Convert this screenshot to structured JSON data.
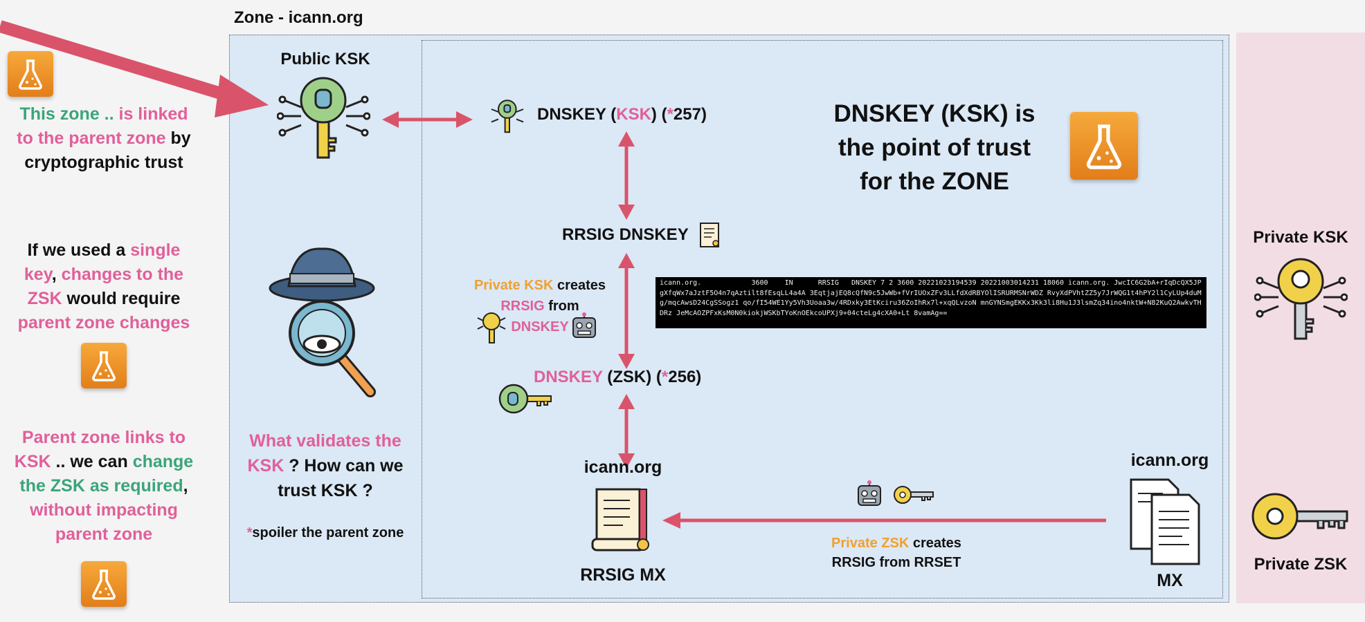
{
  "zone_title": "Zone - icann.org",
  "left_notes": {
    "linked": {
      "p1": "This zone ..",
      "p2": " is linked",
      "p3": "to the parent zone",
      "p4": " by",
      "p5": "cryptographic trust"
    },
    "single": {
      "p1": "If we used a ",
      "p2": "single",
      "p3": "key",
      "p4": ", ",
      "p5": "changes to the",
      "p6": "ZSK",
      "p7": " would require",
      "p8": "parent zone changes"
    },
    "parent": {
      "p1": "Parent zone links to",
      "p2": "KSK",
      "p3": " .. we can ",
      "p4": "change",
      "p5": "the ZSK as required",
      "p6": ",",
      "p7": "without impacting",
      "p8": "parent zone"
    }
  },
  "public_ksk_label": "Public KSK",
  "validator": {
    "p1": "What validates the",
    "p2": "KSK",
    "p3": " ? How can we",
    "p4": "trust KSK ?",
    "spoiler_star": "*",
    "spoiler_text": "spoiler the parent zone"
  },
  "dnskey_ksk": {
    "p1": "DNSKEY (",
    "p2": "KSK",
    "p3": ") (",
    "p4": "*",
    "p5": "257)"
  },
  "trust_statement": {
    "l1": "DNSKEY (KSK) is",
    "l2": "the point of trust",
    "l3": "for the ZONE"
  },
  "rrsig_dnskey": "RRSIG DNSKEY",
  "private_ksk_creates": {
    "p1": "Private KSK",
    "p2": " creates",
    "p3": "RRSIG",
    "p4": " from",
    "p5": "DNSKEY"
  },
  "terminal_text": "icann.org.            3600    IN      RRSIG   DNSKEY 7 2 3600 20221023194539 20221003014231 18060 icann.org. JwcIC6G2bA+rIqDcQX5JPgXfqWx7aJztF5O4n7qAztilt8fEsqLL4a4A 3EqtjajEQ8cQfN9c5JwWb+fVrIUOxZFv3LLfdXdRBYOlISRURMSNrWDZ RvyXdPVhtZZ5y7JrWQG1t4hPY2l1CyLUp4duMg/mqcAwsD24CgSSogz1 qo/fI54WE1Yy5Vh3Uoaa3w/4RDxky3EtKciru36ZoIhRx7l+xqQLvzoN mnGYNSmgEKKx3Kk3li8Hu1J3lsmZq34ino4nktW+N82KuQ2AwkvTHDRz JeMcAOZPFxKsM0N0kiokjWSKbTYoKnOEkcoUPXj9+04cteLg4cXA0+Lt 8vamAg==",
  "dnskey_zsk": {
    "p1": "DNSKEY",
    "p2": " (ZSK) (",
    "p3": "*",
    "p4": "256)"
  },
  "icann_rrsig": "icann.org",
  "rrsig_mx": "RRSIG MX",
  "private_zsk_creates": {
    "p1": "Private ZSK",
    "p2": " creates",
    "p3": "RRSIG from RRSET"
  },
  "icann_mx": "icann.org",
  "mx_label": "MX",
  "private_ksk_label": "Private KSK",
  "private_zsk_label": "Private ZSK",
  "colors": {
    "pink": "#e0609a",
    "green": "#3aa57a",
    "orange": "#f0a030",
    "arrow": "#d9546a",
    "zone_bg": "#dbe8f5",
    "private_bg": "#f3dde4"
  },
  "icons": [
    "flask-icon",
    "public-key-icon",
    "spy-icon",
    "document-icon",
    "robot-icon",
    "private-key-icon"
  ]
}
